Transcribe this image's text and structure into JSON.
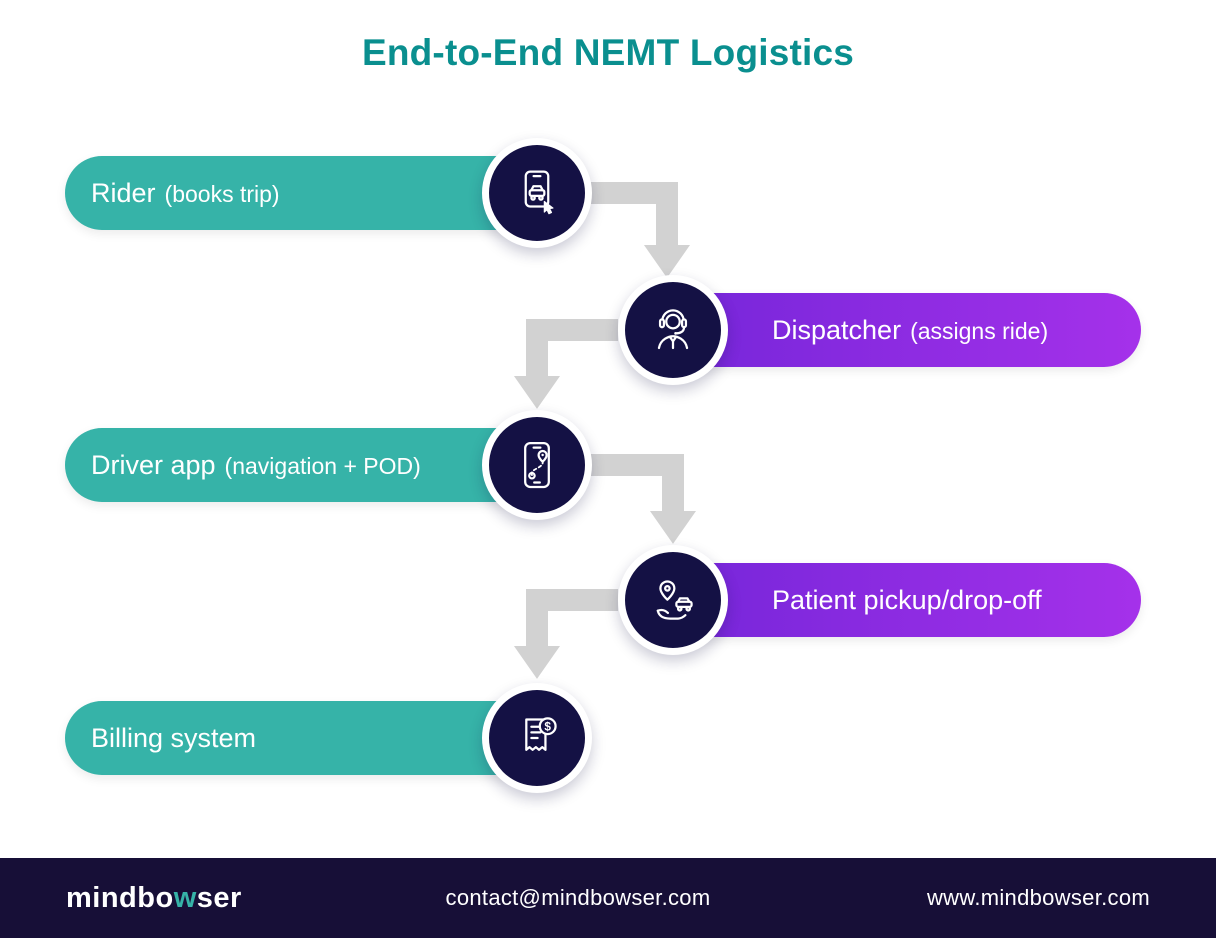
{
  "title": "End-to-End NEMT Logistics",
  "steps": [
    {
      "main": "Rider",
      "sub": "(books trip)",
      "icon": "phone-booking-icon",
      "side": "left"
    },
    {
      "main": "Dispatcher",
      "sub": "(assigns ride)",
      "icon": "dispatcher-headset-icon",
      "side": "right"
    },
    {
      "main": "Driver app",
      "sub": "(navigation + POD)",
      "icon": "driver-app-navigation-icon",
      "side": "left"
    },
    {
      "main": "Patient pickup/drop-off",
      "sub": "",
      "icon": "patient-pickup-icon",
      "side": "right"
    },
    {
      "main": "Billing system",
      "sub": "",
      "icon": "billing-invoice-icon",
      "side": "left"
    }
  ],
  "footer": {
    "logo_pre": "mindbo",
    "logo_accent": "w",
    "logo_post": "ser",
    "email": "contact@mindbowser.com",
    "website": "www.mindbowser.com"
  },
  "colors": {
    "teal": "#36b3a8",
    "purple_start": "#7526d9",
    "purple_end": "#a531ea",
    "navy": "#141144",
    "footer_bg": "#170f37",
    "arrow_gray": "#d2d2d2",
    "title_color": "#0a8f8f"
  }
}
